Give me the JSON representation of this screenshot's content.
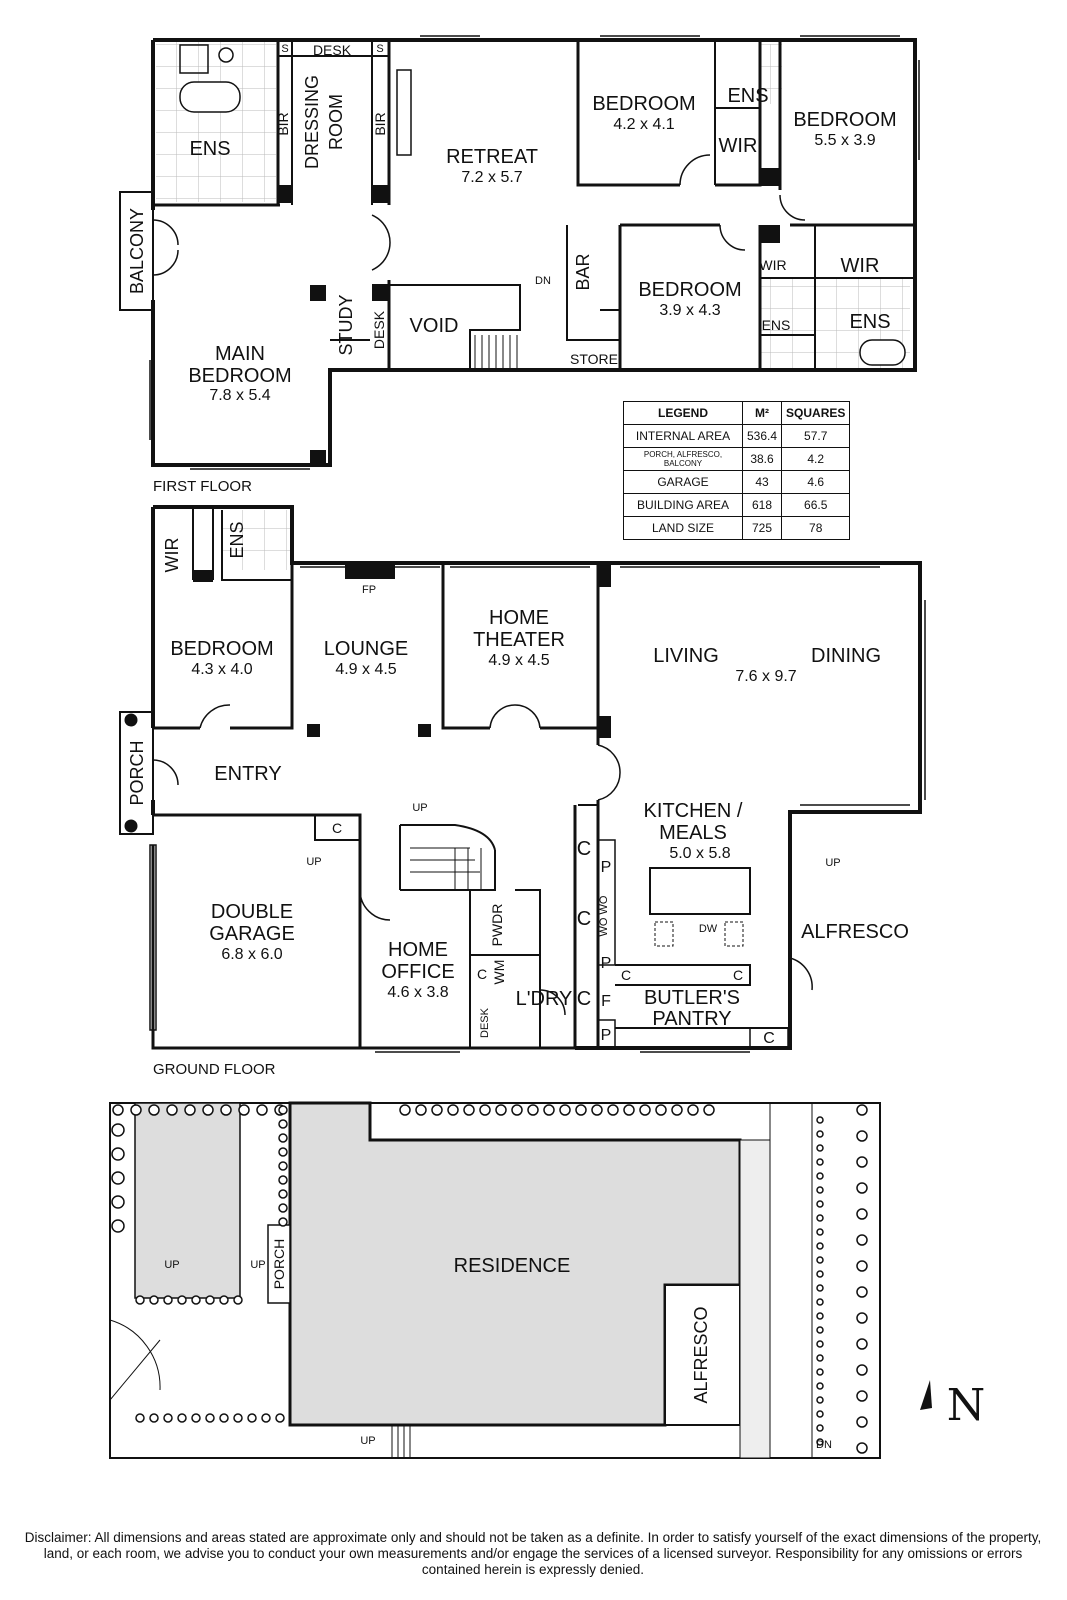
{
  "first_floor": {
    "label": "FIRST FLOOR",
    "rooms": {
      "ens1": "ENS",
      "bir1": "BIR",
      "dressing1": "DRESSING",
      "dressing2": "ROOM",
      "bir2": "BIR",
      "desk_top": "DESK",
      "s1": "S",
      "s2": "S",
      "retreat": "RETREAT",
      "retreat_dim": "7.2 x 5.7",
      "bedroom_a": "BEDROOM",
      "bedroom_a_dim": "4.2 x 4.1",
      "ens2": "ENS",
      "wir_a": "WIR",
      "bedroom_b": "BEDROOM",
      "bedroom_b_dim": "5.5 x 3.9",
      "balcony": "BALCONY",
      "main_bedroom_1": "MAIN",
      "main_bedroom_2": "BEDROOM",
      "main_bedroom_dim": "7.8 x 5.4",
      "study": "STUDY",
      "desk_study": "DESK",
      "void": "VOID",
      "dn": "DN",
      "bar": "BAR",
      "store": "STORE",
      "bedroom_c": "BEDROOM",
      "bedroom_c_dim": "3.9 x 4.3",
      "wir_b": "WIR",
      "wir_c": "WIR",
      "ens3": "ENS",
      "ens4": "ENS"
    }
  },
  "legend": {
    "headers": [
      "LEGEND",
      "M²",
      "SQUARES"
    ],
    "rows": [
      {
        "label": "INTERNAL AREA",
        "m2": "536.4",
        "squares": "57.7"
      },
      {
        "label": "PORCH, ALFRESCO, BALCONY",
        "m2": "38.6",
        "squares": "4.2"
      },
      {
        "label": "GARAGE",
        "m2": "43",
        "squares": "4.6"
      },
      {
        "label": "BUILDING AREA",
        "m2": "618",
        "squares": "66.5"
      },
      {
        "label": "LAND SIZE",
        "m2": "725",
        "squares": "78"
      }
    ]
  },
  "ground_floor": {
    "label": "GROUND FLOOR",
    "rooms": {
      "wir": "WIR",
      "ens": "ENS",
      "bedroom": "BEDROOM",
      "bedroom_dim": "4.3 x 4.0",
      "fp": "FP",
      "lounge": "LOUNGE",
      "lounge_dim": "4.9 x 4.5",
      "home_theater_1": "HOME",
      "home_theater_2": "THEATER",
      "home_theater_dim": "4.9 x 4.5",
      "living": "LIVING",
      "dining": "DINING",
      "living_dim": "7.6 x 9.7",
      "porch": "PORCH",
      "entry": "ENTRY",
      "kitchen_1": "KITCHEN /",
      "kitchen_2": "MEALS",
      "kitchen_dim": "5.0 x 5.8",
      "c1": "C",
      "up1": "UP",
      "up2": "UP",
      "double_garage_1": "DOUBLE",
      "double_garage_2": "GARAGE",
      "double_garage_dim": "6.8 x 6.0",
      "home_office_1": "HOME",
      "home_office_2": "OFFICE",
      "home_office_dim": "4.6 x 3.8",
      "pwdr": "PWDR",
      "c2": "C",
      "wm": "WM",
      "desk": "DESK",
      "ldry": "L'DRY",
      "c3": "C",
      "p1": "P",
      "c4": "C",
      "wo": "WO",
      "wo2": "WO",
      "p2": "P",
      "f": "F",
      "p3": "P",
      "c5": "C",
      "dw": "DW",
      "c6": "C",
      "c7": "C",
      "butlers_1": "BUTLER'S",
      "butlers_2": "PANTRY",
      "up3": "UP",
      "alfresco": "ALFRESCO"
    }
  },
  "site_plan": {
    "residence": "RESIDENCE",
    "porch": "PORCH",
    "alfresco": "ALFRESCO",
    "up1": "UP",
    "up2": "UP",
    "up3": "UP",
    "dn": "DN",
    "north": "N"
  },
  "disclaimer": "Disclaimer: All dimensions and areas stated are approximate only and should not be taken as a definite. In order to satisfy yourself of the exact dimensions of the property, land, or each room, we advise you to conduct your own measurements and/or engage the services of a licensed surveyor. Responsibility for any omissions or errors contained herein is expressly denied."
}
